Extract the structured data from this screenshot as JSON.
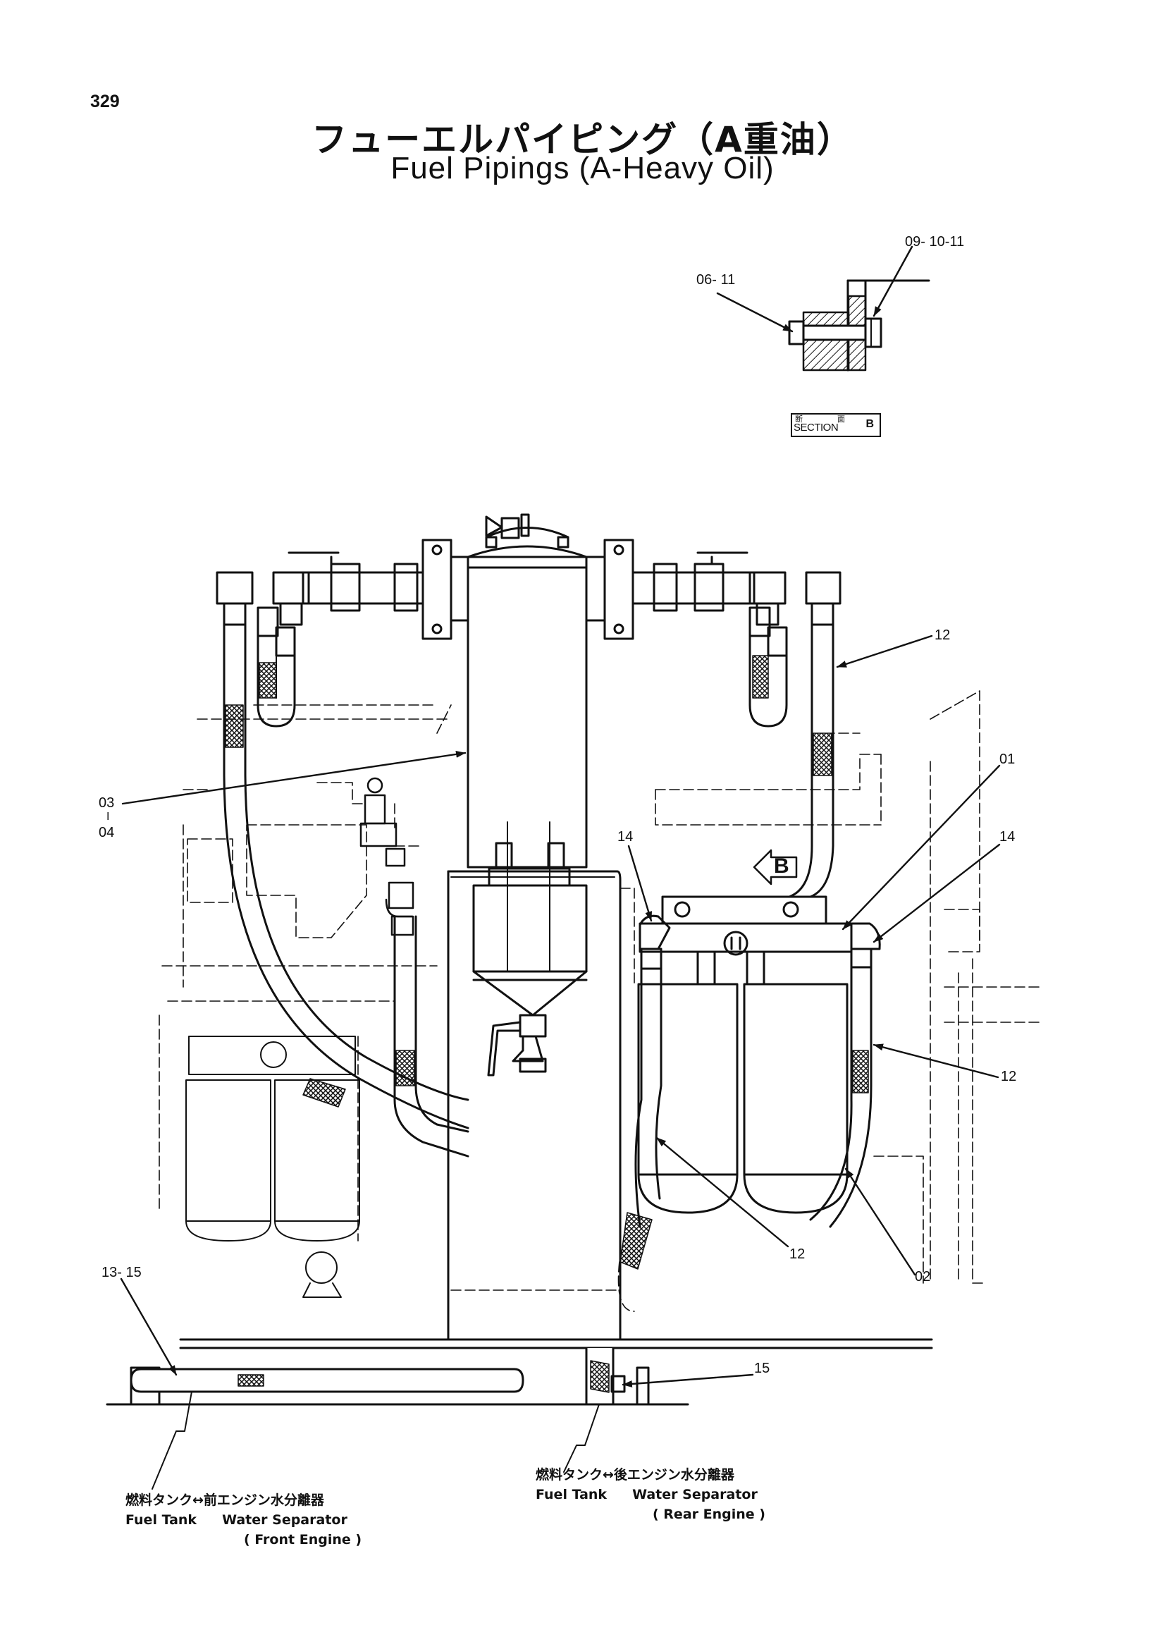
{
  "page": {
    "number": "329",
    "title_jp": "フューエルパイピング（A重油）",
    "title_en": "Fuel Pipings (A-Heavy Oil)"
  },
  "section_view": {
    "jp_a": "断",
    "jp_b": "面",
    "label": "SECTION",
    "letter": "B",
    "callout_bolt": "06- 11",
    "callout_nut": "09- 10-11"
  },
  "view_marker": "B",
  "callouts": {
    "hose_top_right": "12",
    "bracket": "01",
    "filter_body_a": "03",
    "filter_body_sep": "I",
    "filter_body_b": "04",
    "elbow_left": "14",
    "elbow_right": "14",
    "hose_right": "12",
    "hose_bottom": "12",
    "element": "02",
    "tank_pipe": "13- 15",
    "clamp": "15"
  },
  "captions": {
    "front": {
      "jp": "燃料タンク↔前エンジン水分離器",
      "en_a": "Fuel Tank",
      "en_b": "Water Separator",
      "en_c": "( Front Engine )"
    },
    "rear": {
      "jp": "燃料タンク↔後エンジン水分離器",
      "en_a": "Fuel Tank",
      "en_b": "Water Separator",
      "en_c": "( Rear Engine )"
    }
  }
}
